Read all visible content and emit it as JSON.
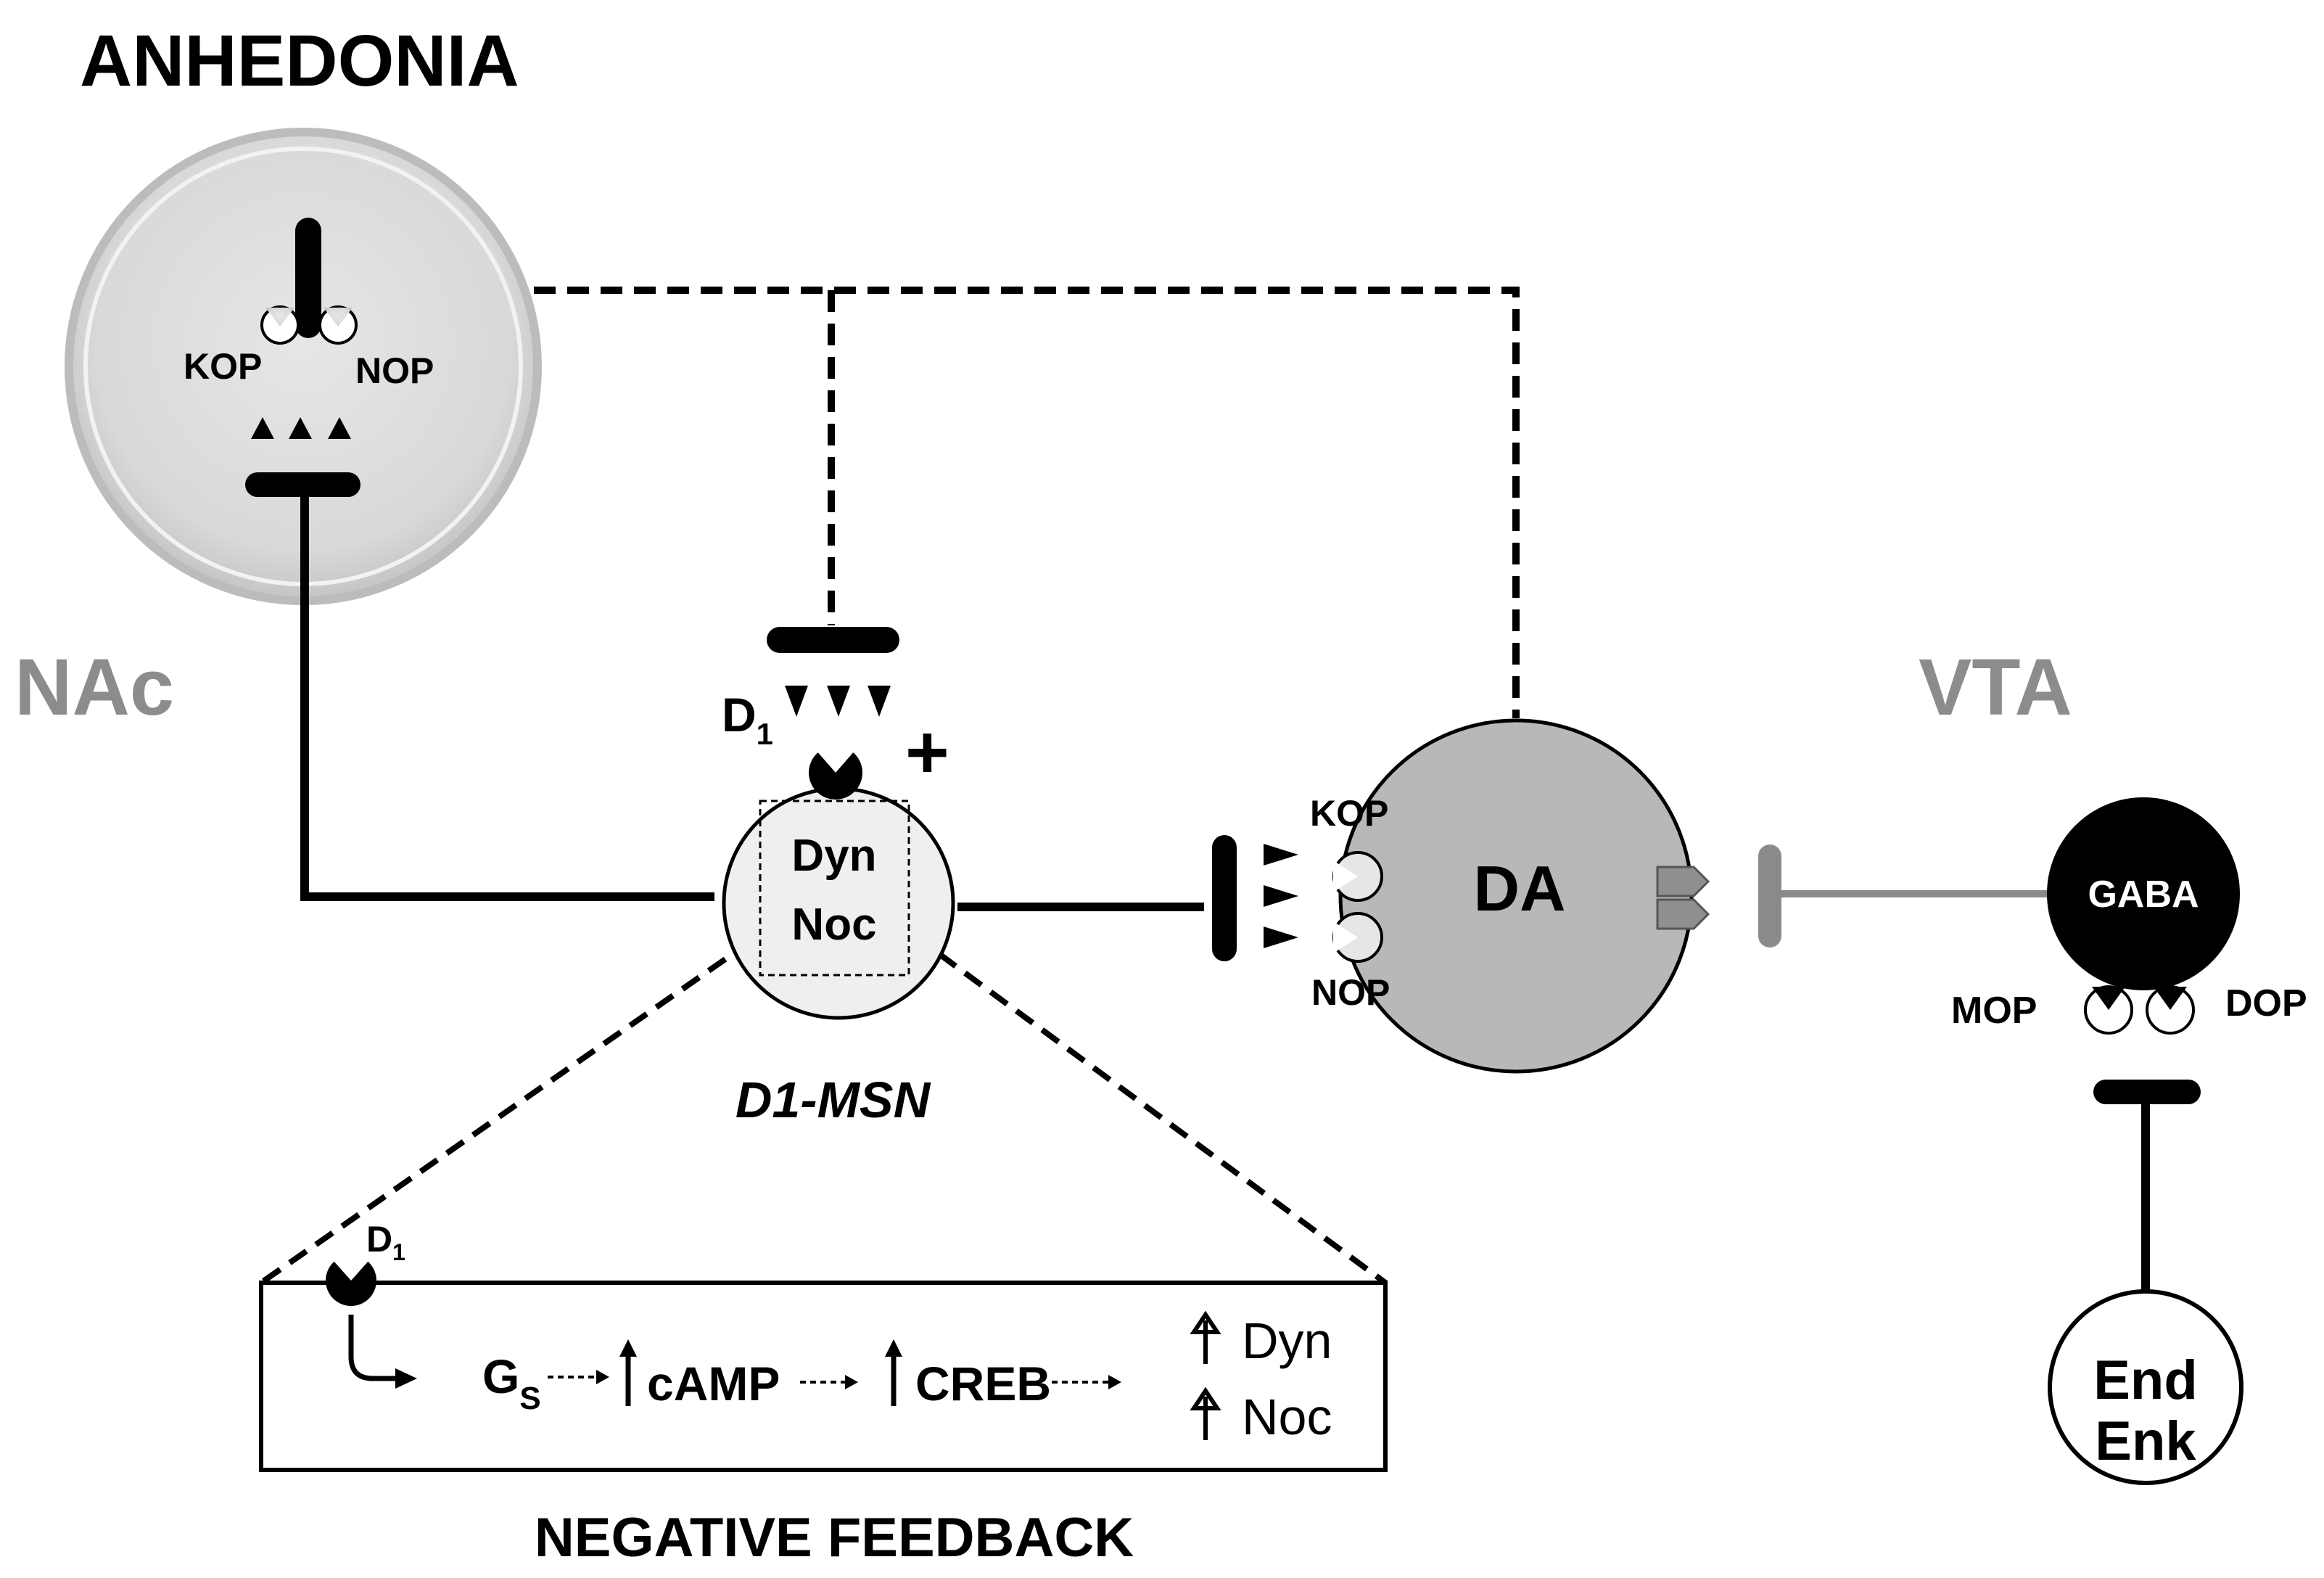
{
  "title": "ANHEDONIA",
  "regions": {
    "left": "NAc",
    "right": "VTA"
  },
  "nac_cell": {
    "receptor_left": "KOP",
    "receptor_right": "NOP"
  },
  "msn_cell": {
    "receptor_label": "D",
    "receptor_sub": "1",
    "plus_sign": "+",
    "peptide_1": "Dyn",
    "peptide_2": "Noc",
    "caption": "D1-MSN"
  },
  "da_cell": {
    "label": "DA",
    "receptor_top": "KOP",
    "receptor_bottom": "NOP"
  },
  "gaba_cell": {
    "label": "GABA",
    "receptor_left": "MOP",
    "receptor_right": "DOP"
  },
  "end_cell": {
    "line_1": "End",
    "line_2": "Enk"
  },
  "feedback_box": {
    "receptor_label": "D",
    "receptor_sub": "1",
    "gs": "G",
    "gs_sub": "S",
    "camp": "cAMP",
    "creb": "CREB",
    "dyn": "Dyn",
    "noc": "Noc",
    "caption": "NEGATIVE FEEDBACK"
  },
  "colors": {
    "ink": "#000000",
    "region_gray": "#8c8c8c",
    "da_fill": "#b8b8b8",
    "nac_fill": "#dedede",
    "msn_fill": "#efefef",
    "gaba_fill": "#000000",
    "vta_link": "#8a8a8a"
  }
}
